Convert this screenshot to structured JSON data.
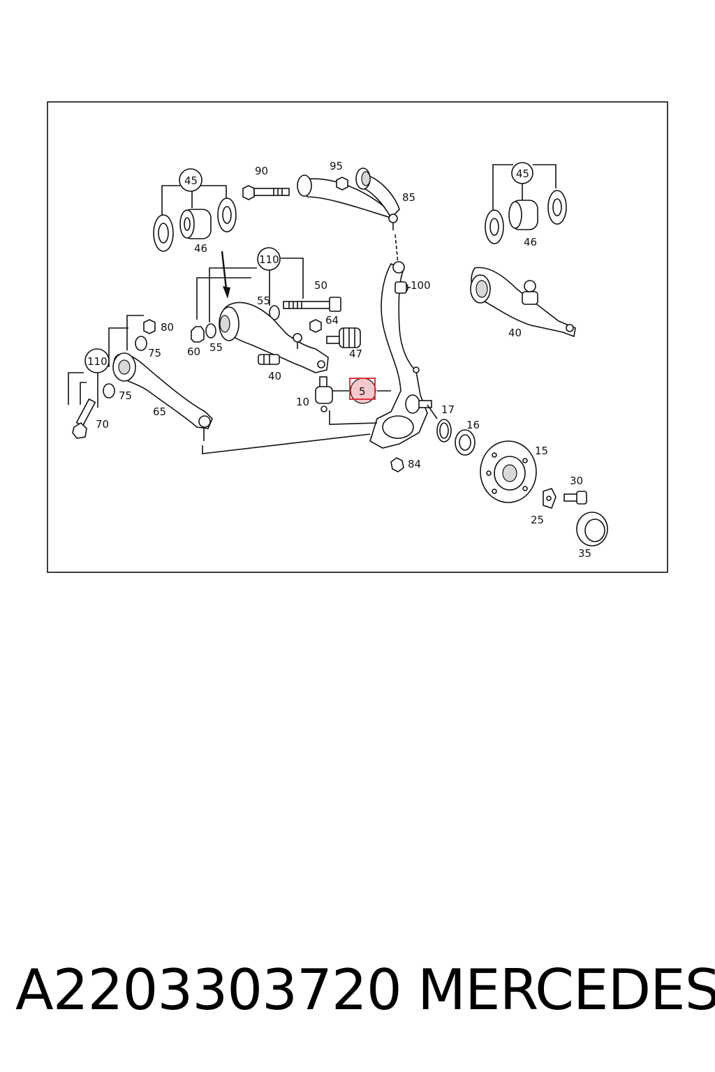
{
  "diagram": {
    "labels": {
      "l45a": "45",
      "l45b": "45",
      "l46a": "46",
      "l46b": "46",
      "l90": "90",
      "l95": "95",
      "l85": "85",
      "l100": "100",
      "l110a": "110",
      "l110b": "110",
      "l55a": "55",
      "l55b": "55",
      "l50": "50",
      "l64": "64",
      "l47": "47",
      "l60": "60",
      "l40a": "40",
      "l40b": "40",
      "l80": "80",
      "l75a": "75",
      "l75b": "75",
      "l65": "65",
      "l70": "70",
      "l10": "10",
      "l5": "5",
      "l17": "17",
      "l16": "16",
      "l15": "15",
      "l84": "84",
      "l30": "30",
      "l25": "25",
      "l35": "35"
    },
    "highlight_color": "#e0303a"
  },
  "footer": {
    "part_number": "A2203303720",
    "brand": "MERCEDES"
  }
}
